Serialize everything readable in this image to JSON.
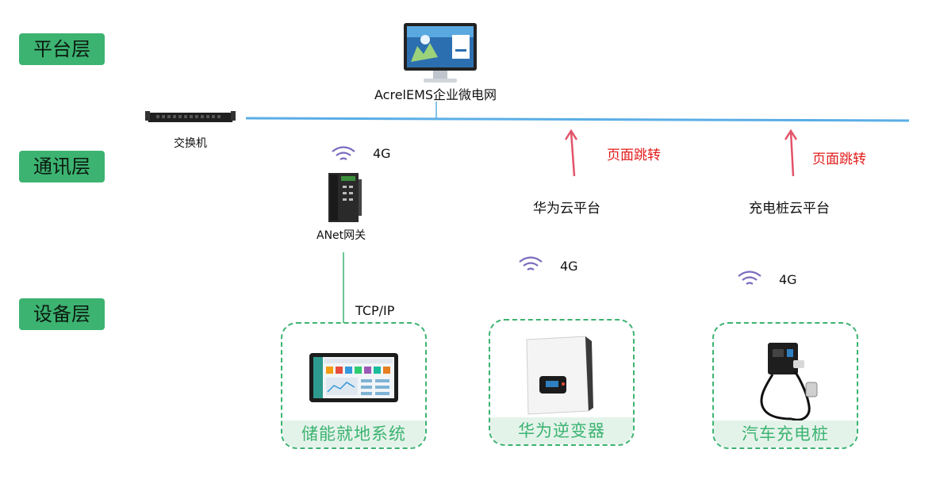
{
  "layers": {
    "platform": "平台层",
    "comm": "通讯层",
    "device": "设备层"
  },
  "platform": {
    "label": "AcrelEMS企业微电网"
  },
  "switch": {
    "label": "交换机"
  },
  "gateway": {
    "label": "ANet网关",
    "signal": "4G",
    "protocol": "TCP/IP"
  },
  "huawei_cloud": {
    "label": "华为云平台",
    "jump": "页面跳转",
    "signal": "4G"
  },
  "charger_cloud": {
    "label": "充电桩云平台",
    "jump": "页面跳转",
    "signal": "4G"
  },
  "devices": {
    "storage": "储能就地系统",
    "inverter": "华为逆变器",
    "charger": "汽车充电桩"
  },
  "colors": {
    "accent_green": "#3cb371",
    "bus_blue": "#5aaee6",
    "arrow_red": "#e2546a",
    "text_red": "#e21b1b",
    "wifi_purple": "#7b6bbd"
  },
  "icons": [
    "monitor-icon",
    "network-switch-icon",
    "wifi-icon",
    "gateway-icon",
    "touch-panel-icon",
    "inverter-icon",
    "ev-charger-icon",
    "arrow-up-icon"
  ]
}
